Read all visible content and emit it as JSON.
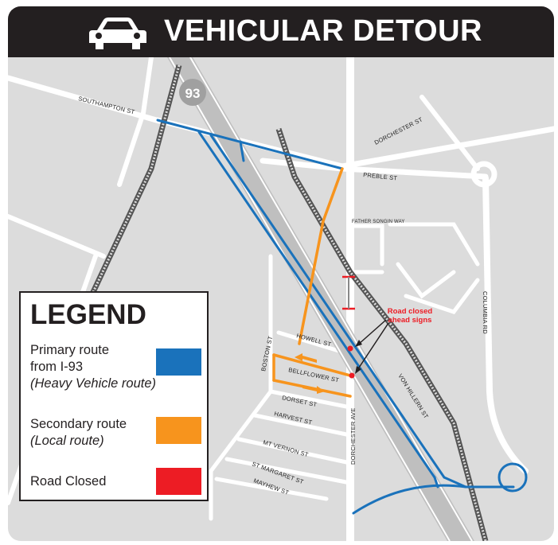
{
  "header": {
    "title": "VEHICULAR DETOUR",
    "icon": "car-icon"
  },
  "map": {
    "highway_shield": "93",
    "streets": {
      "southampton": "SOUTHAMPTON ST",
      "dorchester_st": "DORCHESTER ST",
      "preble": "PREBLE ST",
      "father_songin": "FATHER SONGIN WAY",
      "columbia": "COLUMBIA RD",
      "boston": "BOSTON ST",
      "howell": "HOWELL ST",
      "bellflower": "BELLFLOWER ST",
      "dorset": "DORSET ST",
      "harvest": "HARVEST ST",
      "mt_vernon": "MT VERNON ST",
      "st_margaret": "ST MARGARET ST",
      "mayhew": "MAYHEW ST",
      "dorchester_ave": "DORCHESTER AVE",
      "von_hillern": "VON HILLERN ST"
    },
    "annotation": {
      "line1": "Road closed",
      "line2": "ahead signs"
    }
  },
  "legend": {
    "title": "LEGEND",
    "primary": {
      "line1": "Primary route",
      "line2": "from I-93",
      "line3": "(Heavy Vehicle route)"
    },
    "secondary": {
      "line1": "Secondary route",
      "line2": "(Local route)"
    },
    "closed": {
      "line1": "Road Closed"
    }
  },
  "colors": {
    "primary_route": "#1a72bb",
    "secondary_route": "#f7941d",
    "road_closed": "#ed1c24",
    "header_bg": "#231f20",
    "map_bg": "#dcdcdc"
  }
}
